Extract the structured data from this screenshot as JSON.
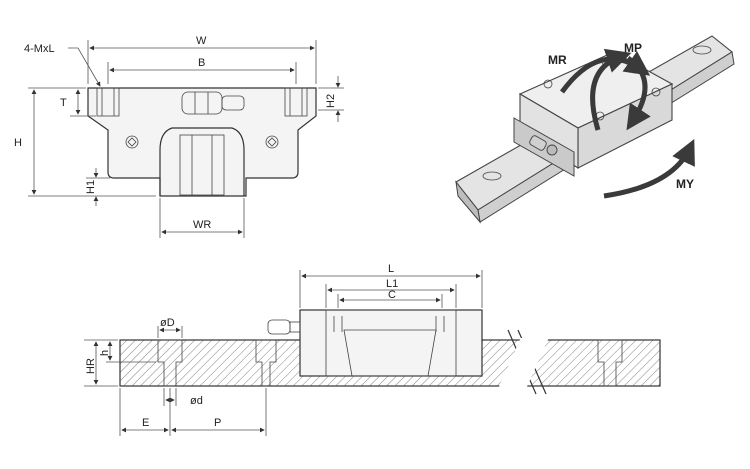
{
  "front_view": {
    "dimensions": {
      "w": "W",
      "b": "B",
      "h": "H",
      "t": "T",
      "h2": "H2",
      "h1": "H1",
      "wr": "WR",
      "mounting": "4-MxL"
    }
  },
  "iso_view": {
    "moments": {
      "mr": "MR",
      "mp": "MP",
      "my": "MY"
    },
    "colors": {
      "arrow": "#3a3a3a",
      "block": "#e6e6e6",
      "rail": "#dcdcdc"
    }
  },
  "side_view": {
    "dimensions": {
      "l": "L",
      "l1": "L1",
      "c": "C",
      "od_big": "øD",
      "od_small": "ød",
      "hr": "HR",
      "h": "h",
      "e": "E",
      "p": "P"
    }
  }
}
